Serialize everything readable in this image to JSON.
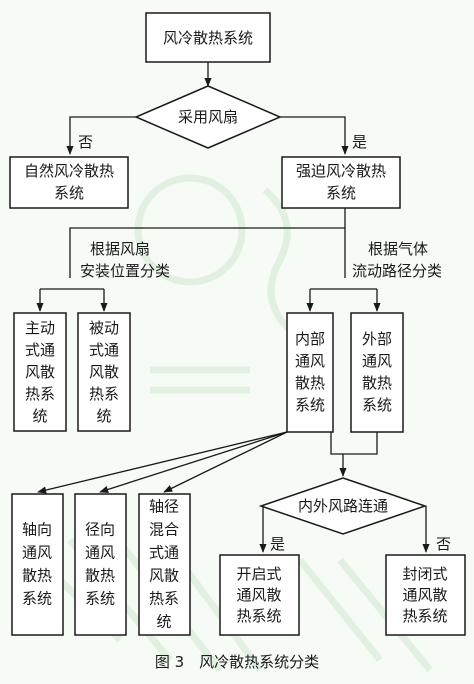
{
  "nodes": {
    "root": [
      "风冷散热系统"
    ],
    "decision_fan": [
      "采用风扇"
    ],
    "natural": [
      "自然风冷散热",
      "系统"
    ],
    "forced": [
      "强迫风冷散热",
      "系统"
    ],
    "active": [
      "主动",
      "式通",
      "风散",
      "热系",
      "统"
    ],
    "passive": [
      "被动",
      "式通",
      "风散",
      "热系",
      "统"
    ],
    "internal": [
      "内部",
      "通风",
      "散热",
      "系统"
    ],
    "external": [
      "外部",
      "通风",
      "散热",
      "系统"
    ],
    "axial": [
      "轴向",
      "通风",
      "散热",
      "系统"
    ],
    "radial": [
      "径向",
      "通风",
      "散热",
      "系统"
    ],
    "mixed": [
      "轴径",
      "混合",
      "式通",
      "风散",
      "热系",
      "统"
    ],
    "decision_connect": [
      "内外风路连通"
    ],
    "open": [
      "开启式",
      "通风散",
      "热系统"
    ],
    "closed": [
      "封闭式",
      "通风散",
      "热系统"
    ]
  },
  "edge_labels": {
    "no_fan": "否",
    "yes_fan": "是",
    "by_fan_position": [
      "根据风扇",
      "安装位置分类"
    ],
    "by_gas_path": [
      "根据气体",
      "流动路径分类"
    ],
    "yes_connect": "是",
    "no_connect": "否"
  },
  "caption": "图 3　风冷散热系统分类",
  "colors": {
    "background": "#f6fbf5",
    "line": "#1a1a1a",
    "box_fill": "#ffffff",
    "watermark": "#cfe6cf"
  }
}
